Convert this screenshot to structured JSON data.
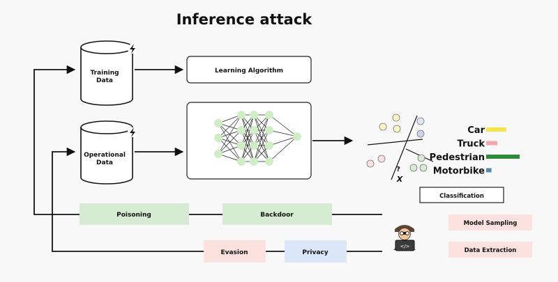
{
  "title": "Inference attack",
  "stores": {
    "training": [
      "Training",
      "Data"
    ],
    "operational": [
      "Operational",
      "Data"
    ]
  },
  "learning_algorithm": "Learning Algorithm",
  "classification": {
    "label": "Classification",
    "unknown_marks": [
      "?",
      "X"
    ],
    "bars": [
      {
        "label": "Car",
        "value": 0.45,
        "color": "#f4e54a"
      },
      {
        "label": "Truck",
        "value": 0.25,
        "color": "#f4a6b0"
      },
      {
        "label": "Pedestrian",
        "value": 0.75,
        "color": "#2e8b3c"
      },
      {
        "label": "Motorbike",
        "value": 0.12,
        "color": "#5b8aa6"
      }
    ]
  },
  "attacks": {
    "poisoning": "Poisoning",
    "backdoor": "Backdoor",
    "evasion": "Evasion",
    "privacy": "Privacy"
  },
  "privacy_attacks": {
    "model_sampling": "Model Sampling",
    "data_extraction": "Data Extraction"
  },
  "colors": {
    "green_box": "#d6ecd2",
    "pink_box": "#fbe2df",
    "blue_box": "#dce6f9",
    "node": "#cfeec5"
  }
}
